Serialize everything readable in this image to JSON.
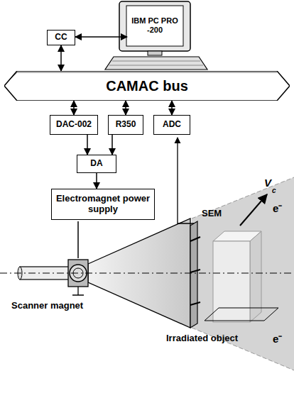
{
  "diagram": {
    "nodes": [
      {
        "text": [
          "IBM PC PRO -200"
        ]
      },
      {
        "text": [
          "CC"
        ]
      },
      {
        "text": [
          "CAMAC bus"
        ]
      },
      {
        "text": [
          "DAC-002"
        ]
      },
      {
        "text": [
          "R350"
        ]
      },
      {
        "text": [
          "ADC"
        ]
      },
      {
        "text": [
          "DA"
        ]
      },
      {
        "text": [
          "Electromagnet power supply"
        ]
      }
    ],
    "edges": [
      {
        "from": 1,
        "to": 0,
        "arrow": "both"
      },
      {
        "from": 1,
        "to": 2,
        "arrow": "both"
      },
      {
        "from": 2,
        "to": 3,
        "arrow": "both"
      },
      {
        "from": 2,
        "to": 4,
        "arrow": "both"
      },
      {
        "from": 2,
        "to": 5,
        "arrow": "both"
      },
      {
        "from": 3,
        "to": 6,
        "arrow": "to"
      },
      {
        "from": 4,
        "to": 6,
        "arrow": "to"
      },
      {
        "from": 6,
        "to": 7,
        "arrow": "to"
      }
    ],
    "labels": [
      "SEM",
      "V",
      "c",
      "e⁻",
      "e⁻",
      "Scanner magnet",
      "Irradiated object"
    ]
  }
}
